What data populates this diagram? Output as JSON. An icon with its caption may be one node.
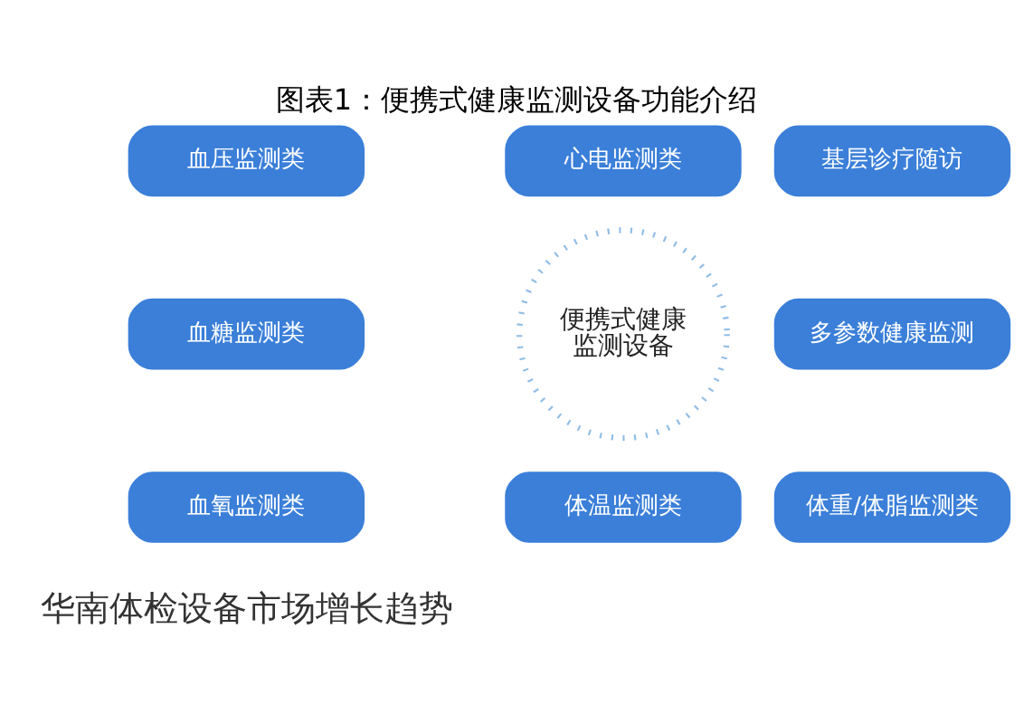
{
  "diagram": {
    "title": "图表1：便携式健康监测设备功能介绍",
    "caption": "华南体检设备市场增长趋势",
    "nodes": [
      {
        "text": [
          "便携式健康监测设备"
        ]
      },
      {
        "text": [
          "心电监测类"
        ]
      },
      {
        "text": [
          "基层诊疗随访"
        ]
      },
      {
        "text": [
          "多参数健康监测"
        ]
      },
      {
        "text": [
          "体重/体脂监测类"
        ]
      },
      {
        "text": [
          "体温监测类"
        ]
      },
      {
        "text": [
          "血氧监测类"
        ]
      },
      {
        "text": [
          "血糖监测类"
        ]
      },
      {
        "text": [
          "血压监测类"
        ]
      }
    ]
  }
}
